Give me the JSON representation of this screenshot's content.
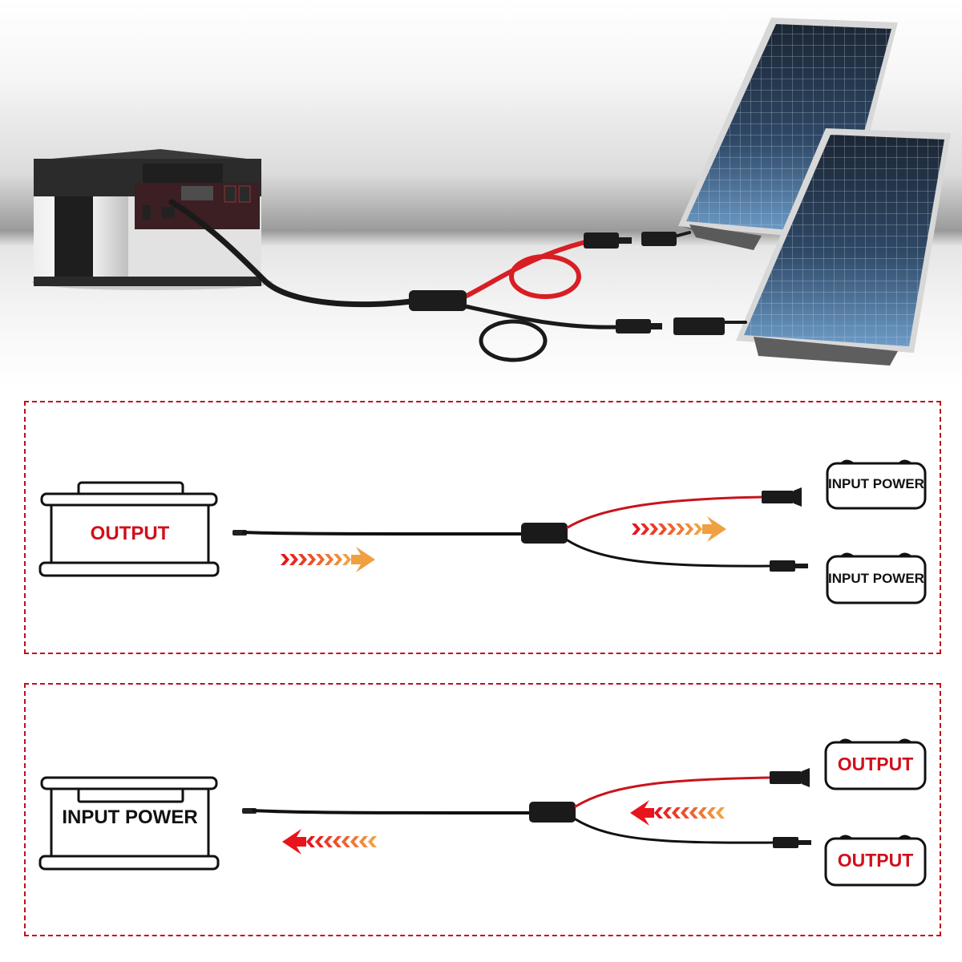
{
  "hero": {
    "devices": [
      "portable-power-station",
      "solar-panel",
      "solar-panel"
    ],
    "cable": {
      "type": "y-branch-connector",
      "branch_colors": {
        "positive": "#d81e24",
        "negative": "#111111"
      }
    }
  },
  "panels": [
    {
      "mode": "split",
      "source_label": "OUTPUT",
      "source_label_color": "#d0101c",
      "targets": [
        {
          "label": "INPUT POWER",
          "color": "#111111"
        },
        {
          "label": "INPUT POWER",
          "color": "#111111"
        }
      ],
      "flow_direction": "right"
    },
    {
      "mode": "combine",
      "source_label": "INPUT POWER",
      "source_label_color": "#111111",
      "targets": [
        {
          "label": "OUTPUT",
          "color": "#d0101c"
        },
        {
          "label": "OUTPUT",
          "color": "#d0101c"
        }
      ],
      "flow_direction": "left"
    }
  ],
  "colors": {
    "dashed_border": "#c0101a",
    "arrow_start": "#e8141c",
    "arrow_end": "#f0a040",
    "red_wire": "#c8141c",
    "black_wire": "#111111"
  }
}
